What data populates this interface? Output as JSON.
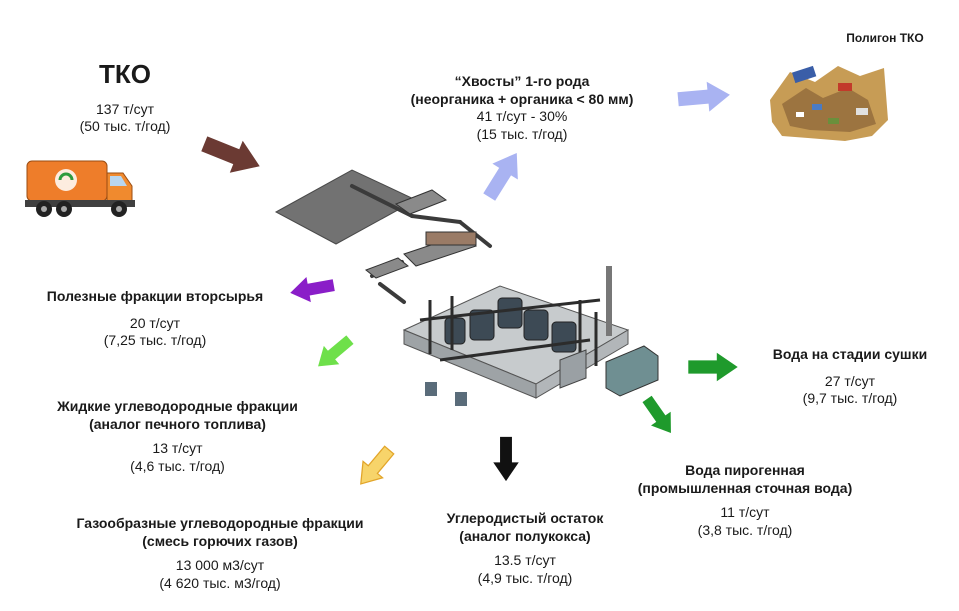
{
  "input": {
    "title": "ТКО",
    "rate_day": "137 т/сут",
    "rate_year": "(50 тыс. т/год)"
  },
  "tails": {
    "title_line1": "“Хвосты” 1-го рода",
    "title_line2": "(неорганика + органика < 80 мм)",
    "rate_day": "41 т/сут - 30%",
    "rate_year": "(15 тыс. т/год)"
  },
  "landfill": {
    "label": "Полигон ТКО"
  },
  "recyclables": {
    "title": "Полезные фракции вторсырья",
    "rate_day": "20 т/сут",
    "rate_year": "(7,25 тыс. т/год)"
  },
  "liquid": {
    "title_line1": "Жидкие углеводородные фракции",
    "title_line2": "(аналог печного топлива)",
    "rate_day": "13 т/сут",
    "rate_year": "(4,6 тыс. т/год)"
  },
  "gas": {
    "title_line1": "Газообразные углеводородные фракции",
    "title_line2": "(смесь горючих газов)",
    "rate_day": "13 000 м3/сут",
    "rate_year": "(4 620 тыс. м3/год)"
  },
  "carbon": {
    "title_line1": "Углеродистый остаток",
    "title_line2": "(аналог полукокса)",
    "rate_day": "13.5 т/сут",
    "rate_year": "(4,9 тыс. т/год)"
  },
  "drying_water": {
    "title": "Вода на стадии сушки",
    "rate_day": "27 т/сут",
    "rate_year": "(9,7 тыс. т/год)"
  },
  "pyro_water": {
    "title_line1": "Вода пирогенная",
    "title_line2": "(промышленная сточная вода)",
    "rate_day": "11 т/сут",
    "rate_year": "(3,8 тыс. т/год)"
  },
  "arrow_colors": {
    "input": "#6b3a33",
    "tails": "#a9b3f2",
    "recyclables": "#8a1ec8",
    "liquid": "#6ee04a",
    "gas": "#f7d46a",
    "carbon": "#111111",
    "drying_water": "#1f9a2c",
    "pyro_water": "#1f9a2c"
  }
}
